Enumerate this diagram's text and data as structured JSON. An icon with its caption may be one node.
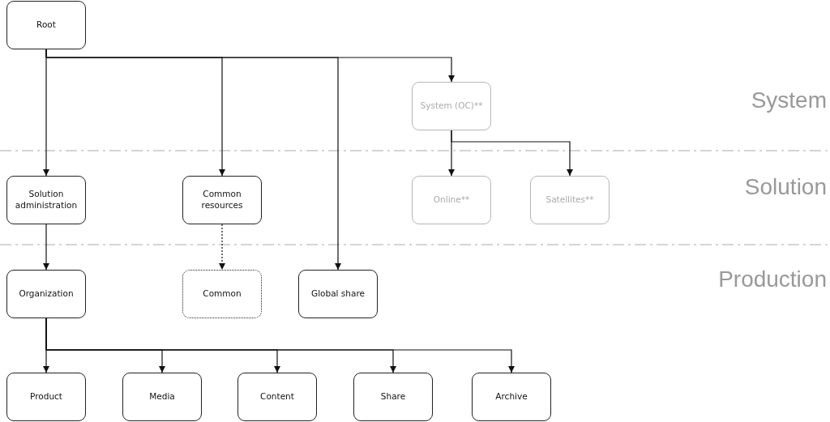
{
  "diagram": {
    "nodes": [
      {
        "text": [
          "Root"
        ]
      },
      {
        "text": [
          "System (OC)**"
        ]
      },
      {
        "text": [
          "Solution administration"
        ]
      },
      {
        "text": [
          "Common resources"
        ]
      },
      {
        "text": [
          "Online**"
        ]
      },
      {
        "text": [
          "Satellites**"
        ]
      },
      {
        "text": [
          "Organization"
        ]
      },
      {
        "text": [
          "Common"
        ]
      },
      {
        "text": [
          "Global share"
        ]
      },
      {
        "text": [
          "Product"
        ]
      },
      {
        "text": [
          "Media"
        ]
      },
      {
        "text": [
          "Content"
        ]
      },
      {
        "text": [
          "Share"
        ]
      },
      {
        "text": [
          "Archive"
        ]
      }
    ],
    "edges": [
      {
        "from": 0,
        "to": 2,
        "arrow": "to"
      },
      {
        "from": 0,
        "to": 3,
        "arrow": "to"
      },
      {
        "from": 0,
        "to": 8,
        "arrow": "to"
      },
      {
        "from": 0,
        "to": 1,
        "arrow": "to"
      },
      {
        "from": 1,
        "to": 4,
        "arrow": "to"
      },
      {
        "from": 1,
        "to": 5,
        "arrow": "to"
      },
      {
        "from": 2,
        "to": 6,
        "arrow": "to"
      },
      {
        "from": 3,
        "to": 7,
        "arrow": "to",
        "style": "dashed"
      },
      {
        "from": 6,
        "to": 9,
        "arrow": "to"
      },
      {
        "from": 6,
        "to": 10,
        "arrow": "to"
      },
      {
        "from": 6,
        "to": 11,
        "arrow": "to"
      },
      {
        "from": 6,
        "to": 12,
        "arrow": "to"
      },
      {
        "from": 6,
        "to": 13,
        "arrow": "to"
      }
    ],
    "labels": [
      "System",
      "Solution",
      "Production"
    ]
  }
}
